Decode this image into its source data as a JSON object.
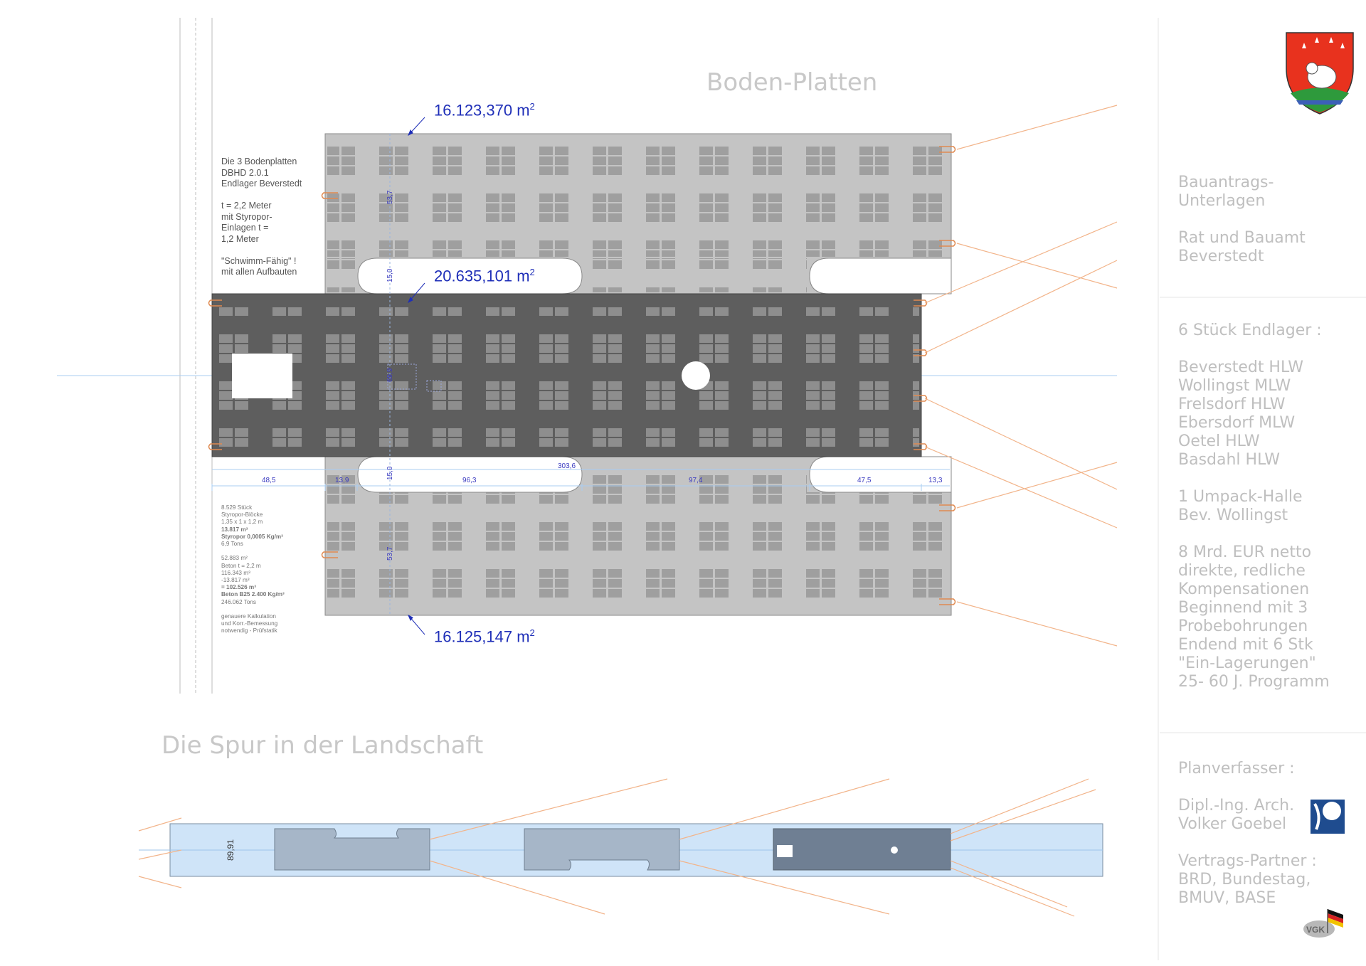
{
  "title_main": "Boden-Platten",
  "title_lower": "Die Spur in der Landschaft",
  "areas": {
    "top": "16.123,370 m",
    "middle": "20.635,101 m",
    "bottom": "16.125,147 m",
    "exponent": "2"
  },
  "note_top": "Die 3 Bodenplatten\nDBHD 2.0.1\nEndlager Beverstedt\n\nt = 2,2 Meter\nmit Styropor-\nEinlagen t =\n1,2 Meter\n\n\"Schwimm-Fähig\" !\nmit allen Aufbauten",
  "note_calc": [
    {
      "text": "8.529 Stück",
      "bold": false
    },
    {
      "text": "Styropor-Blöcke",
      "bold": false
    },
    {
      "text": "1,35 x 1 x 1,2 m",
      "bold": false
    },
    {
      "text": "13.817 m³",
      "bold": true
    },
    {
      "text": "Styropor 0,0005 Kg/m³",
      "bold": true
    },
    {
      "text": "6,9 Tons",
      "bold": false
    },
    {
      "text": "",
      "bold": false
    },
    {
      "text": "52.883 m²",
      "bold": false
    },
    {
      "text": "Beton t = 2,2 m",
      "bold": false
    },
    {
      "text": "116.343 m³",
      "bold": false
    },
    {
      "text": "-13.817 m³",
      "bold": false
    },
    {
      "text": "= 102.526 m³",
      "bold": true
    },
    {
      "text": "Beton B25 2.400 Kg/m³",
      "bold": true
    },
    {
      "text": "246.062 Tons",
      "bold": false
    },
    {
      "text": "",
      "bold": false
    },
    {
      "text": "genauere Kalkulation",
      "bold": false
    },
    {
      "text": "und Korr.-Bemessung",
      "bold": false
    },
    {
      "text": "notwendig - Prüfstatik",
      "bold": false
    }
  ],
  "dimensions": {
    "d1": "48,5",
    "d2": "13,9",
    "d3": "96,3",
    "d4": "303,6",
    "d5": "97,4",
    "d6": "47,5",
    "d7": "13,3",
    "v1": "53,7",
    "v2": "15,0",
    "v3": "15,0",
    "v4": "53,7",
    "v5": "69,9",
    "strip": "89,91"
  },
  "panel": {
    "block1": "Bauantrags-\nUnterlagen\n\nRat und Bauamt\nBeverstedt",
    "block2": "6 Stück Endlager :\n\nBeverstedt HLW\nWollingst MLW\nFrelsdorf HLW\nEbersdorf MLW\nOetel HLW\nBasdahl HLW\n\n1 Umpack-Halle\nBev. Wollingst\n\n8 Mrd. EUR netto\ndirekte, redliche\nKompensationen\nBeginnend mit 3\nProbebohrungen\nEndend mit 6 Stk\n\"Ein-Lagerungen\"\n25- 60 J. Programm",
    "block3": "Planverfasser :\n\nDipl.-Ing. Arch.\nVolker Goebel\n\nVertrags-Partner :\nBRD, Bundestag,\nBMUV, BASE",
    "logo_monogram": "VGK"
  },
  "colors": {
    "light_slab": "#c2c2c2",
    "dark_slab": "#5c5c5c",
    "orange_line": "#f0a878",
    "blue_text": "#1f2fb8",
    "strip_fill": "#cfe4f8"
  },
  "icons": {
    "crest": "beaver-coat-of-arms-icon",
    "architect": "architect-logo-icon",
    "mascot": "flag-mascot-icon"
  }
}
